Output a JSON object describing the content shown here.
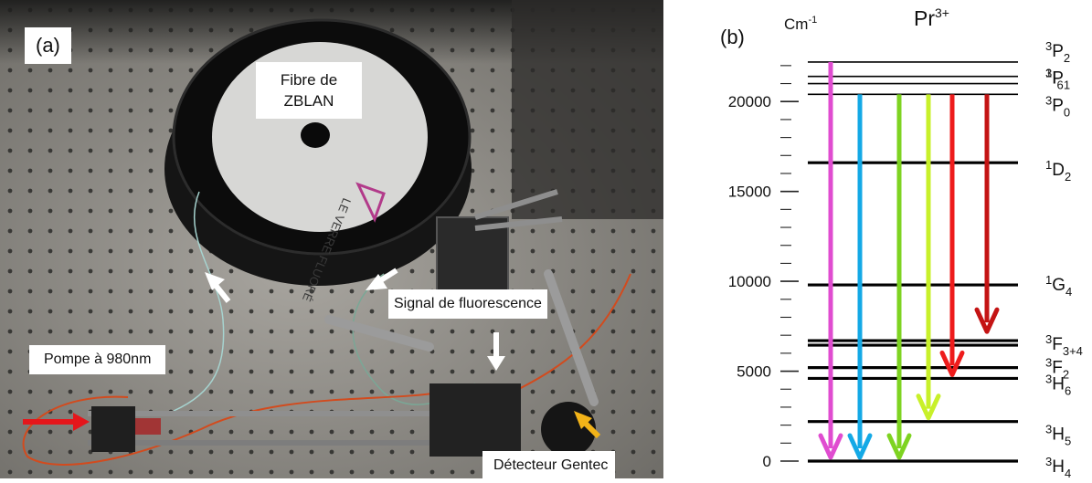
{
  "photo": {
    "panel_label": "(a)",
    "labels": {
      "fibre_line1": "Fibre de",
      "fibre_line2": "ZBLAN",
      "pump": "Pompe à 980nm",
      "signal": "Signal de fluorescence",
      "detector": "Détecteur Gentec"
    },
    "spool_brand": "LE VERRE FLUORÉ"
  },
  "diagram": {
    "panel_label": "(b)",
    "unit_base": "Cm",
    "unit_exp": "-1",
    "ion_base": "Pr",
    "ion_exp": "3+",
    "axis": {
      "min": 0,
      "max": 22500,
      "ticks": [
        {
          "value": 0,
          "label": "0"
        },
        {
          "value": 5000,
          "label": "5000"
        },
        {
          "value": 10000,
          "label": "10000"
        },
        {
          "value": 15000,
          "label": "15000"
        },
        {
          "value": 20000,
          "label": "20000"
        }
      ],
      "minor_step": 1000
    },
    "levels": [
      {
        "energy": 22200,
        "lines": 1,
        "sup": "3",
        "letter": "P",
        "sub": "2"
      },
      {
        "energy": 21400,
        "lines": 1,
        "sup": "3",
        "letter": "P",
        "sub": "1"
      },
      {
        "energy": 21000,
        "lines": 1,
        "sup": "1",
        "letter": "I",
        "sub": "6"
      },
      {
        "energy": 20400,
        "lines": 1,
        "sup": "3",
        "letter": "P",
        "sub": "0"
      },
      {
        "energy": 16600,
        "lines": 1,
        "sup": "1",
        "letter": "D",
        "sub": "2"
      },
      {
        "energy": 9800,
        "lines": 1,
        "sup": "1",
        "letter": "G",
        "sub": "4"
      },
      {
        "energy": 6700,
        "lines": 2,
        "sup": "3",
        "letter": "F",
        "sub": "3+4"
      },
      {
        "energy": 5200,
        "lines": 1,
        "sup": "3",
        "letter": "F",
        "sub": "2"
      },
      {
        "energy": 4600,
        "lines": 1,
        "sup": "3",
        "letter": "H",
        "sub": "6"
      },
      {
        "energy": 2200,
        "lines": 1,
        "sup": "3",
        "letter": "H",
        "sub": "5"
      },
      {
        "energy": 0,
        "lines": 1,
        "sup": "3",
        "letter": "H",
        "sub": "4"
      }
    ],
    "transitions": [
      {
        "from": 22200,
        "to": 0,
        "color": "#e04cd0"
      },
      {
        "from": 20400,
        "to": 0,
        "color": "#14a9e6"
      },
      {
        "from": 20400,
        "to": 0,
        "color": "#7ed321"
      },
      {
        "from": 20400,
        "to": 2200,
        "color": "#c8f02a"
      },
      {
        "from": 20400,
        "to": 4600,
        "color": "#ee1c1c"
      },
      {
        "from": 20400,
        "to": 7000,
        "color": "#c41414"
      }
    ]
  }
}
